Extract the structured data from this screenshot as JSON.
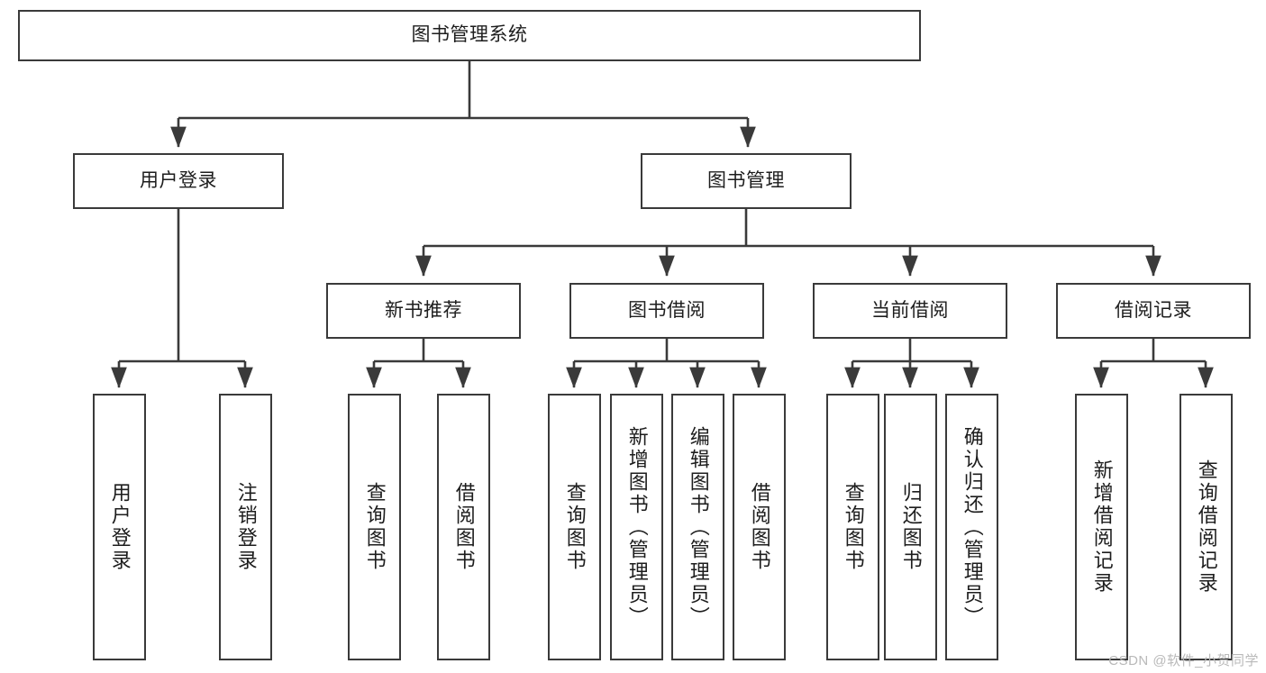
{
  "diagram": {
    "title": "图书管理系统",
    "watermark": "CSDN @软件_小贺同学",
    "colors": {
      "stroke": "#3a3a3a",
      "fill": "#ffffff",
      "text": "#1d1d1d",
      "watermark": "#b9b9b9"
    },
    "levels": {
      "root": {
        "label": "图书管理系统"
      },
      "level2": [
        {
          "label": "用户登录"
        },
        {
          "label": "图书管理"
        }
      ],
      "level3": [
        {
          "label": "新书推荐"
        },
        {
          "label": "图书借阅"
        },
        {
          "label": "当前借阅"
        },
        {
          "label": "借阅记录"
        }
      ],
      "leaves": {
        "user_login": [
          {
            "label": "用户登录"
          },
          {
            "label": "注销登录"
          }
        ],
        "new_book": [
          {
            "label": "查询图书"
          },
          {
            "label": "借阅图书"
          }
        ],
        "book_borrow": [
          {
            "label": "查询图书"
          },
          {
            "label": "新增图书（管理员）"
          },
          {
            "label": "编辑图书（管理员）"
          },
          {
            "label": "借阅图书"
          }
        ],
        "current_borrow": [
          {
            "label": "查询图书"
          },
          {
            "label": "归还图书"
          },
          {
            "label": "确认归还（管理员）"
          }
        ],
        "borrow_record": [
          {
            "label": "新增借阅记录"
          },
          {
            "label": "查询借阅记录"
          }
        ]
      }
    }
  }
}
